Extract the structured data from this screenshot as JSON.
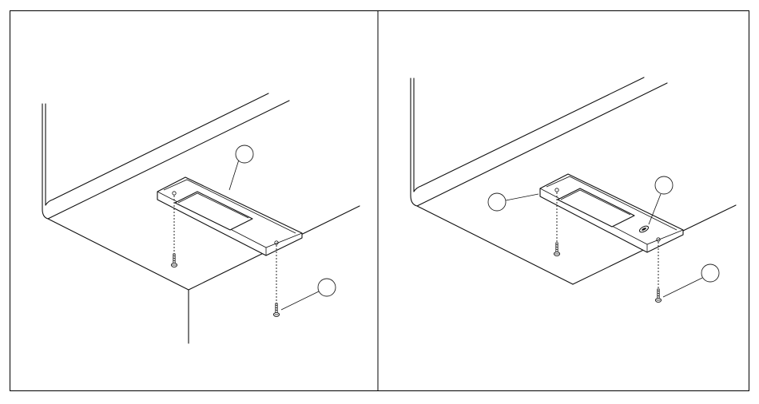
{
  "diagram": {
    "line_color": "#111111",
    "background": "#ffffff",
    "panels": [
      {
        "name": "left-panel",
        "callouts": 2,
        "screws": 2,
        "label_text": ""
      },
      {
        "name": "right-panel",
        "callouts": 3,
        "screws": 2,
        "label_text": ""
      }
    ]
  }
}
